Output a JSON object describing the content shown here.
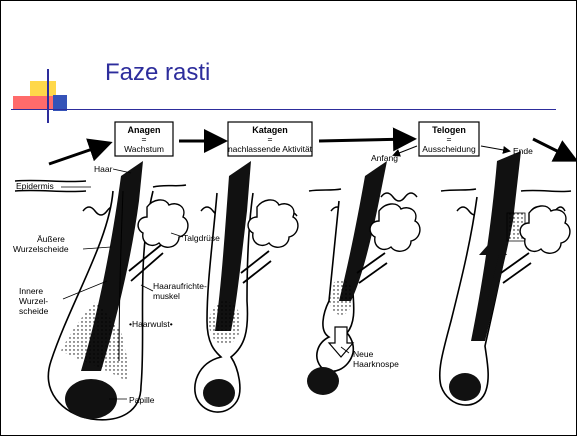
{
  "title": "Faze rasti",
  "phases": [
    {
      "name": "Anagen",
      "eq": "=",
      "desc": "Wachstum"
    },
    {
      "name": "Katagen",
      "eq": "=",
      "desc": "nachlassende Aktivität"
    },
    {
      "name": "Telogen",
      "eq": "=",
      "desc": "Ausscheidung"
    }
  ],
  "labels": {
    "haar": "Haar",
    "epidermis": "Epidermis",
    "aussere": "Äußere",
    "wurzelscheide": "Wurzelscheide",
    "innere": "Innere",
    "wurzel": "Wurzel-",
    "scheide": "scheide",
    "talgdruse": "Talgdrüse",
    "haaraufrichte": "Haaraufrichte-",
    "muskel": "muskel",
    "haarwulst": "•Haarwulst•",
    "papille": "Papille",
    "anfang": "Anfang",
    "ende": "Ende",
    "neue": "Neue",
    "haarknospe": "Haarknospe"
  }
}
